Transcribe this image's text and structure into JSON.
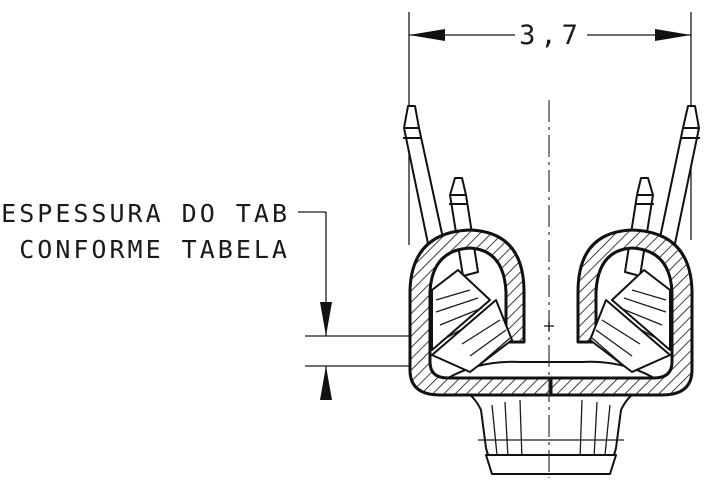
{
  "drawing": {
    "overall_dimension": "3,7",
    "note": {
      "line1": "ESPESSURA DO TAB",
      "line2": "CONFORME TABELA"
    }
  },
  "colors": {
    "line": "#111111",
    "background": "#ffffff"
  }
}
